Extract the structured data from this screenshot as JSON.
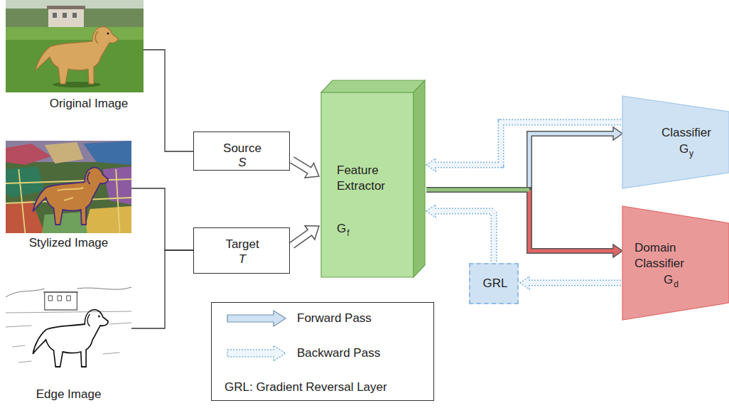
{
  "diagram": {
    "nodes": [
      {
        "text": [
          "Original Image"
        ]
      },
      {
        "text": [
          "Stylized Image"
        ]
      },
      {
        "text": [
          "Edge Image"
        ]
      },
      {
        "text": [
          "Source",
          "S"
        ]
      },
      {
        "text": [
          "Target",
          "T"
        ]
      },
      {
        "text": [
          "Feature Extractor",
          "G",
          "f"
        ]
      },
      {
        "text": [
          "Classifier",
          "G",
          "y"
        ]
      },
      {
        "text": [
          "Domain Classifier",
          "G",
          "d"
        ]
      },
      {
        "text": [
          "GRL"
        ]
      }
    ],
    "edges": [
      {
        "from": 0,
        "to": 3,
        "arrow": "none"
      },
      {
        "from": 1,
        "to": 4,
        "arrow": "none"
      },
      {
        "from": 2,
        "to": 4,
        "arrow": "none"
      },
      {
        "from": 3,
        "to": 5,
        "arrow": "to"
      },
      {
        "from": 4,
        "to": 5,
        "arrow": "to"
      },
      {
        "from": 5,
        "to": 6,
        "arrow": "to"
      },
      {
        "from": 5,
        "to": 7,
        "arrow": "to"
      },
      {
        "from": 6,
        "to": 5,
        "arrow": "to"
      },
      {
        "from": 7,
        "to": 8,
        "arrow": "to"
      },
      {
        "from": 8,
        "to": 5,
        "arrow": "to"
      }
    ],
    "labels": [
      "GRL: Gradient Reversal Layer"
    ],
    "legend": [
      {
        "text": "Forward Pass"
      },
      {
        "text": "Backward Pass"
      }
    ]
  }
}
